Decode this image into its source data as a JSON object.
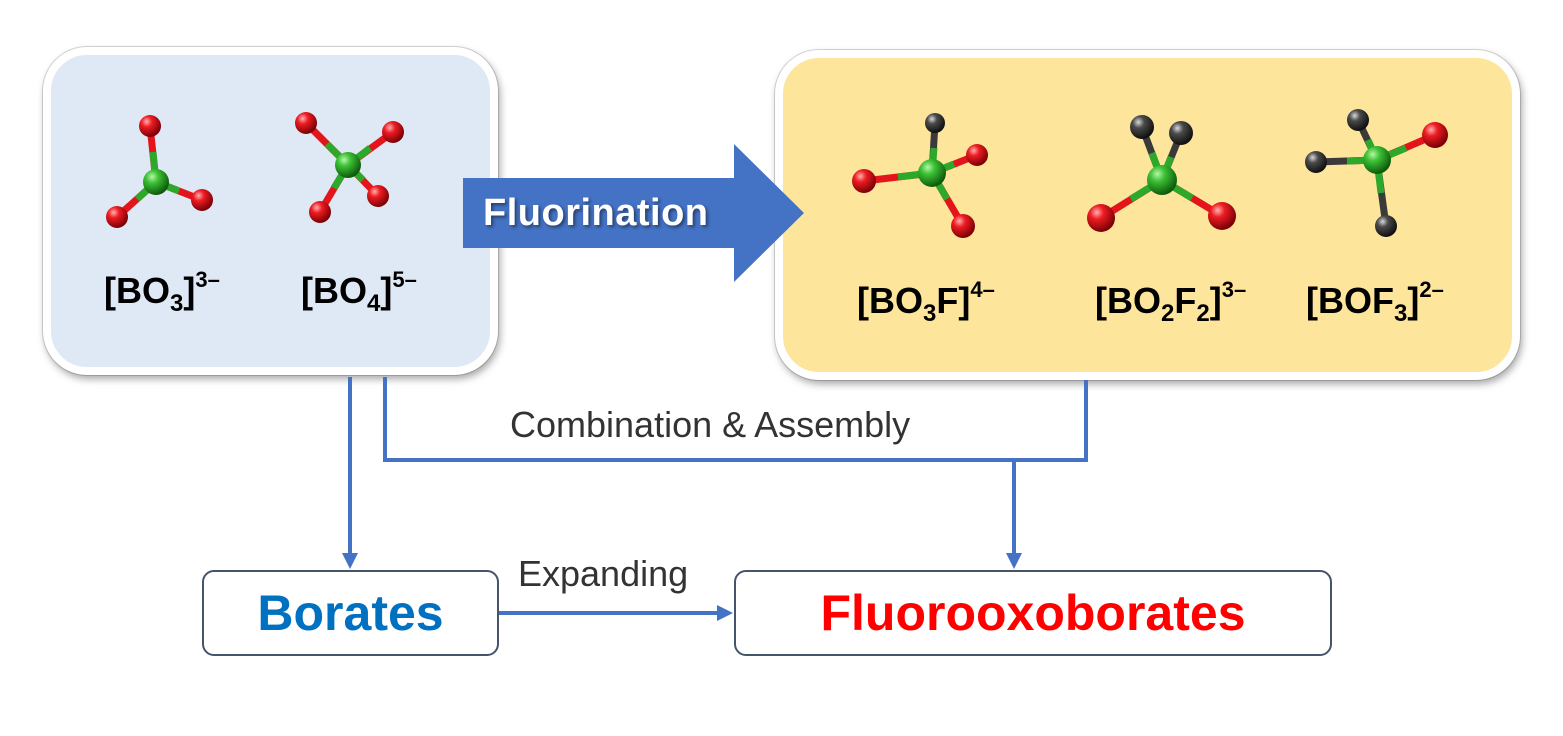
{
  "process": {
    "fluorination_label": "Fluorination",
    "combination_label": "Combination & Assembly",
    "expanding_label": "Expanding"
  },
  "borate_units": [
    {
      "base": "[BO",
      "sub": "3",
      "tail": "]",
      "charge": "3–"
    },
    {
      "base": "[BO",
      "sub": "4",
      "tail": "]",
      "charge": "5–"
    }
  ],
  "fluoro_units": [
    {
      "p1": "[BO",
      "s1": "3",
      "p2": "F]",
      "s2": "",
      "p3": "",
      "charge": "4–"
    },
    {
      "p1": "[BO",
      "s1": "2",
      "p2": "F",
      "s2": "2",
      "p3": "]",
      "charge": "3–"
    },
    {
      "p1": "[BOF",
      "s1": "3",
      "p2": "]",
      "s2": "",
      "p3": "",
      "charge": "2–"
    }
  ],
  "results": {
    "borates": "Borates",
    "fluorooxoborates": "Fluorooxoborates"
  },
  "colors": {
    "boron": "#2ea82a",
    "oxygen": "#e3141a",
    "fluorine": "#3a3a3a",
    "arrow": "#4472c4",
    "connector": "#4472c4"
  }
}
